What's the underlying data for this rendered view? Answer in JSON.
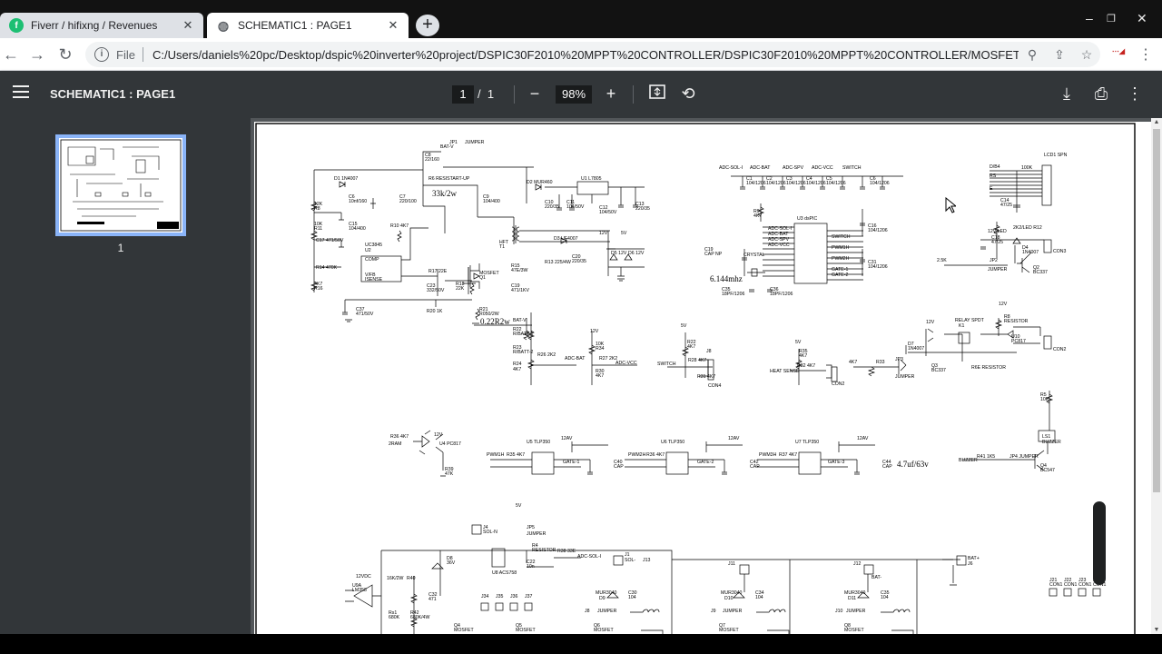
{
  "browser": {
    "tabs": [
      {
        "title": "Fiverr / hifixng / Revenues",
        "icon": "fiverr-icon"
      },
      {
        "title": "SCHEMATIC1 : PAGE1",
        "icon": "globe-icon"
      }
    ],
    "new_tab_label": "+",
    "omnibox": {
      "scheme_label": "File",
      "url": "C:/Users/daniels%20pc/Desktop/dspic%20inverter%20project/DSPIC30F2010%20MPPT%20CONTROLLER/DSPIC30F2010%20MPPT%20CONTROLLER/MOSFET%20..."
    }
  },
  "pdf_viewer": {
    "title": "SCHEMATIC1 : PAGE1",
    "current_page": "1",
    "page_separator": "/",
    "total_pages": "1",
    "zoom": "98%",
    "zoom_out_label": "−",
    "zoom_in_label": "+",
    "thumbnail_label": "1"
  },
  "schematic": {
    "labels": {
      "r_startup": "33k/2w",
      "r_shunt": "0.22R2w",
      "crystal": "6.144mhz",
      "cap_note": "4.7uf/63v",
      "ic_u1": "U1  L7805",
      "ic_u3": "U3  dsPIC",
      "ic_u2": "U2 UC3845",
      "relay": "RELAY SPDT",
      "buzzer": "LS1 BUZZER",
      "opto_u4": "U4 PC817",
      "tlp_u5": "U5  TLP350",
      "tlp_u6": "U6  TLP350",
      "tlp_u7": "U7  TLP350",
      "mosfet": "MOSFET",
      "jumper": "JUMPER",
      "acs": "U8  ACS758",
      "lm358": "U9A LM358",
      "bat_plus": "BAT+",
      "bat_minus": "BAT-",
      "sol_minus": "SOL-",
      "lcd": "LCD1 SPN",
      "crystal_lbl": "CRYSTAL",
      "fast_diode": "D3  UF4007",
      "transformer": "HFT T1",
      "res_r10": "R10 4K7",
      "res_r14": "R14 470K",
      "res_r17": "R17 22E",
      "res_r18": "R18 22K",
      "res_r20": "R20 1K",
      "res_r21": "R21 R050/2W",
      "adc_sol": "ADC-SOL-I",
      "adc_bat": "ADC-BAT",
      "adc_spv": "ADC-SPV",
      "adc_vcc": "ADC-VCC",
      "switch": "SWITCH",
      "heat_sense": "HEAT SENSE",
      "gate1": "GATE-1",
      "gate2": "GATE-2",
      "gate3": "GATE-3",
      "d_mur": "MUR460",
      "r_res": "RESISTOR",
      "con2": "CON2",
      "con3": "CON3",
      "con4": "CON4",
      "vcc12": "12V",
      "vcc5": "5V"
    }
  }
}
